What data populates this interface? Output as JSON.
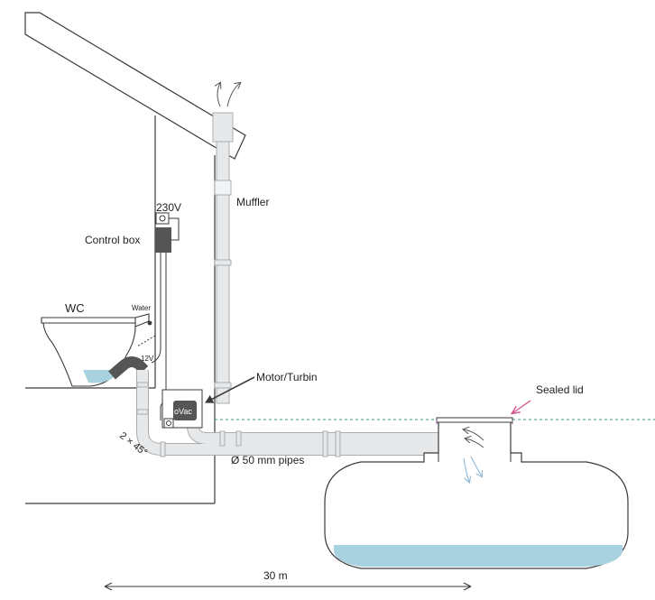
{
  "labels": {
    "muffler": "Muffler",
    "v230": "230V",
    "control_box": "Control box",
    "wc": "WC",
    "water": "Water",
    "v12": "12V",
    "motor": "Motor/Turbin",
    "vac": "oVac",
    "sealed_lid": "Sealed lid",
    "elbows": "2 × 45°",
    "pipes": "Ø 50 mm pipes",
    "distance": "30 m"
  },
  "colors": {
    "pipe_fill": "#e6e8e9",
    "pipe_stroke": "#a9adb0",
    "line": "#3a3a3a",
    "water": "#a8d2df",
    "ground_dash": "#3a9a86",
    "lid_arrow": "#d0508a",
    "motor": "#555555",
    "flow_arrow": "#8fb7d6"
  },
  "icons": [
    "outlet-icon",
    "exhaust-arrows-icon",
    "flow-arrows-icon",
    "drip-arrows-icon"
  ]
}
